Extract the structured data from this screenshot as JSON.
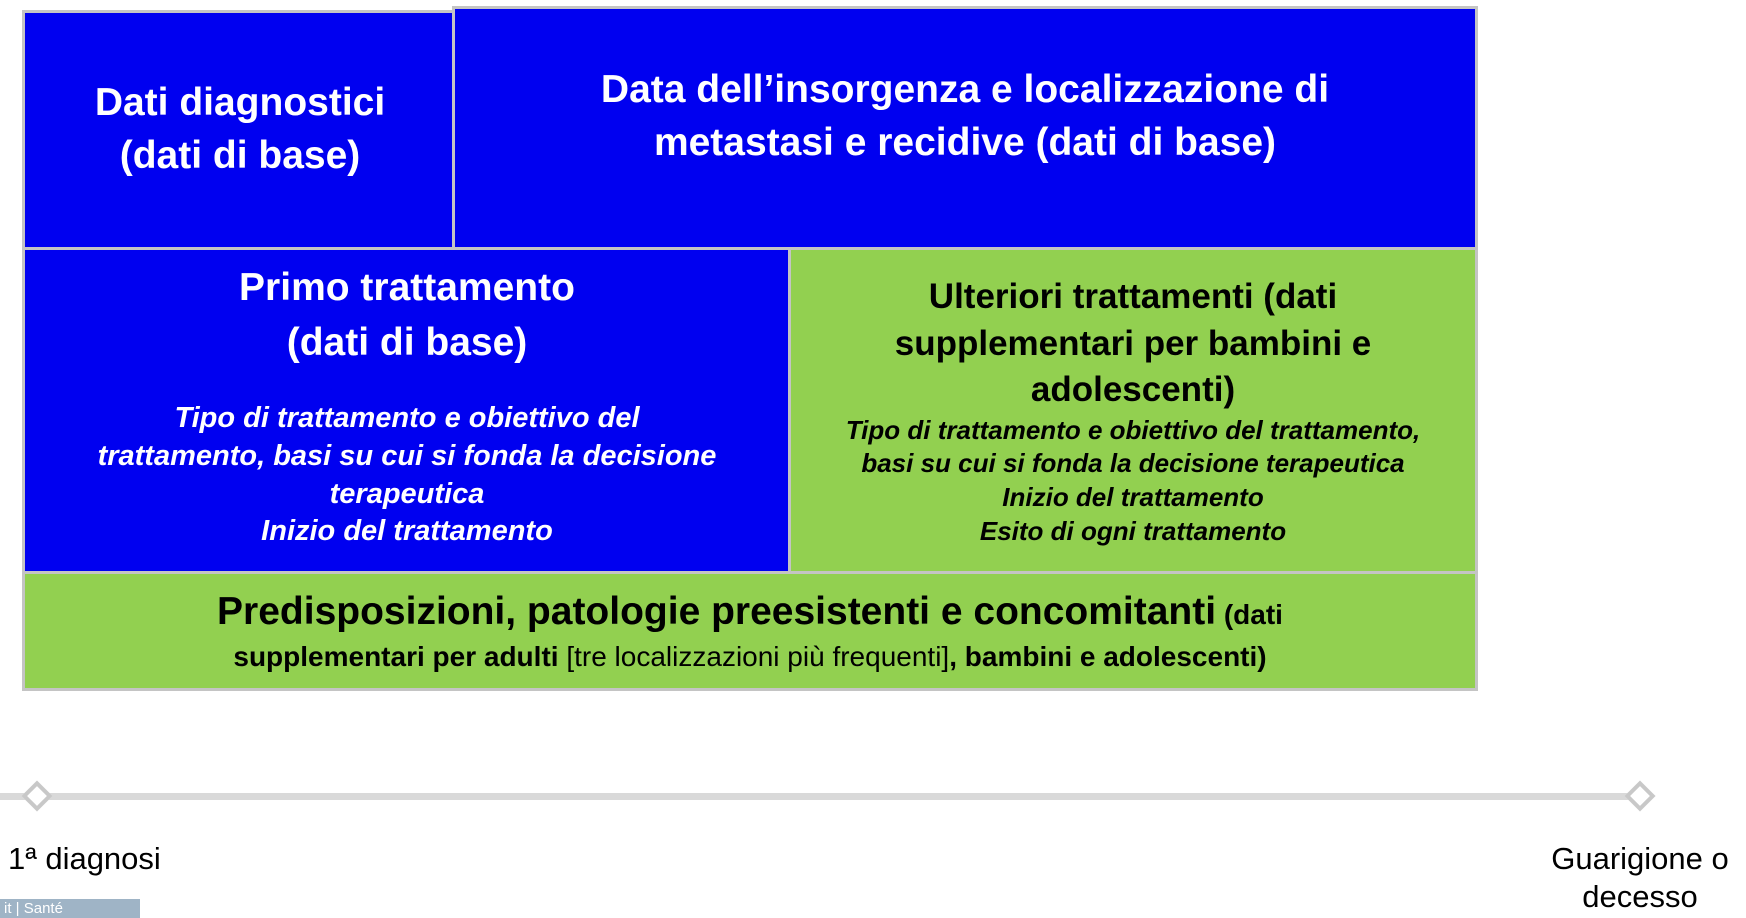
{
  "boxes": {
    "diagnostic": {
      "line1": "Dati diagnostici",
      "line2": "(dati di base)"
    },
    "metastasis": {
      "line1": "Data dell’insorgenza e localizzazione di",
      "line2": "metastasi e recidive (dati di base)"
    },
    "first_treatment": {
      "line1": "Primo trattamento",
      "line2": "(dati di base)",
      "detail1": "Tipo di trattamento e obiettivo del",
      "detail2": "trattamento, basi su cui si fonda la decisione",
      "detail3": "terapeutica",
      "detail4": "Inizio del trattamento"
    },
    "further_treatments": {
      "line1": "Ulteriori trattamenti (dati",
      "line2": "supplementari per bambini e",
      "line3": "adolescenti)",
      "detail1": "Tipo di trattamento e obiettivo del trattamento,",
      "detail2": "basi su cui si fonda la decisione terapeutica",
      "detail3": "Inizio del trattamento",
      "detail4": "Esito di ogni trattamento"
    },
    "predispositions": {
      "title": "Predisposizioni, patologie preesistenti e concomitanti",
      "title_suffix": " (dati",
      "line2_bold": "supplementari per adulti",
      "line2_normal": " [tre localizzazioni più frequenti]",
      "line2_end": ", bambini e adolescenti)"
    }
  },
  "timeline": {
    "start_label": "1ª diagnosi",
    "end_label_line1": "Guarigione o",
    "end_label_line2": "decesso"
  },
  "logo": {
    "text": "it | Santé"
  },
  "colors": {
    "base_data": "#0000f0",
    "supplementary_data": "#92d050",
    "border": "#c4c4c4"
  }
}
